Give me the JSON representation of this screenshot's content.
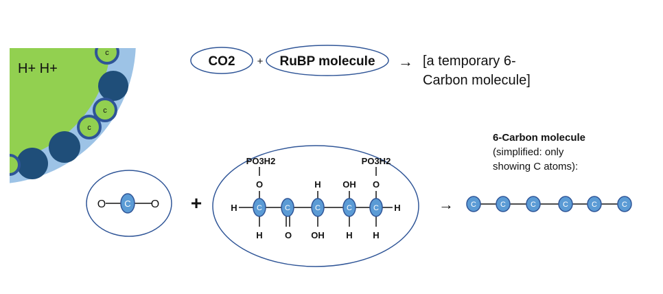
{
  "thylakoid": {
    "protons": "H+ H+",
    "carbon_label": "c"
  },
  "equation": {
    "co2": "CO2",
    "plus": "+",
    "rubp": "RuBP molecule",
    "arrow": "→",
    "result_line1": "[a temporary 6-",
    "result_line2": "Carbon molecule]"
  },
  "co2_molecule": {
    "left_o": "O",
    "center_c": "C",
    "right_o": "O"
  },
  "big_plus": "+",
  "rubp_structure": {
    "po3h2_left": "PO3H2",
    "po3h2_right": "PO3H2",
    "o_left": "O",
    "o_right": "O",
    "h_top": "H",
    "oh_top": "OH",
    "h_left": "H",
    "h_right": "H",
    "carbon": "C",
    "bottom_h1": "H",
    "bottom_o": "O",
    "bottom_oh": "OH",
    "bottom_h2": "H",
    "bottom_h3": "H"
  },
  "reaction_arrow": "→",
  "six_carbon": {
    "title": "6-Carbon molecule",
    "desc_line1": "(simplified: only",
    "desc_line2": "showing C atoms):",
    "carbon": "C"
  },
  "colors": {
    "stroma_green": "#92d050",
    "membrane_blue": "#9dc3e6",
    "protein_navy": "#1f4e79",
    "carbon_blue": "#5b9bd5",
    "outline_blue": "#2f5597"
  }
}
